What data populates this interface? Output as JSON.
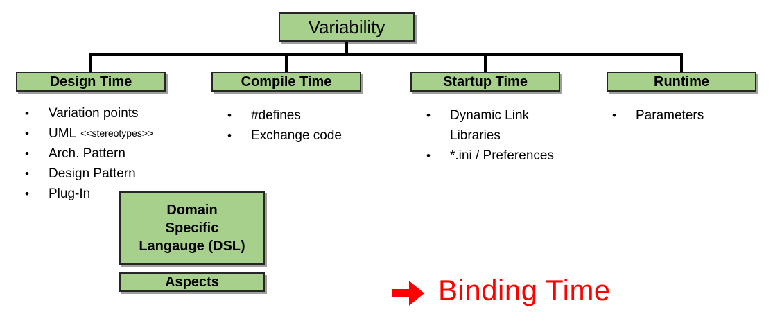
{
  "glyphs": {
    "bullet": "•"
  },
  "colors": {
    "box_fill": "#a8d08d",
    "box_border": "#262626",
    "box_shadow": "#a0a0a0",
    "connector": "#000000",
    "accent_red": "#ff0000"
  },
  "tree": {
    "root_label": "Variability",
    "columns": [
      {
        "header": "Design Time",
        "items": [
          {
            "text": "Variation points"
          },
          {
            "text": "UML",
            "small": "<<stereotypes>>"
          },
          {
            "text": "Arch. Pattern"
          },
          {
            "text": "Design Pattern"
          },
          {
            "text": "Plug-In"
          }
        ]
      },
      {
        "header": "Compile Time",
        "items": [
          {
            "text": "#defines"
          },
          {
            "text": "Exchange code"
          }
        ]
      },
      {
        "header": "Startup Time",
        "items": [
          {
            "text": "Dynamic Link Libraries"
          },
          {
            "text": "*.ini / Preferences"
          }
        ]
      },
      {
        "header": "Runtime",
        "items": [
          {
            "text": "Parameters"
          }
        ]
      }
    ]
  },
  "dsl_box": {
    "lines": [
      "Domain",
      "Specific",
      "Langauge (DSL)"
    ]
  },
  "aspects_box": {
    "label": "Aspects"
  },
  "binding": {
    "arrow_icon": "red-right-arrow",
    "label": "Binding Time"
  }
}
